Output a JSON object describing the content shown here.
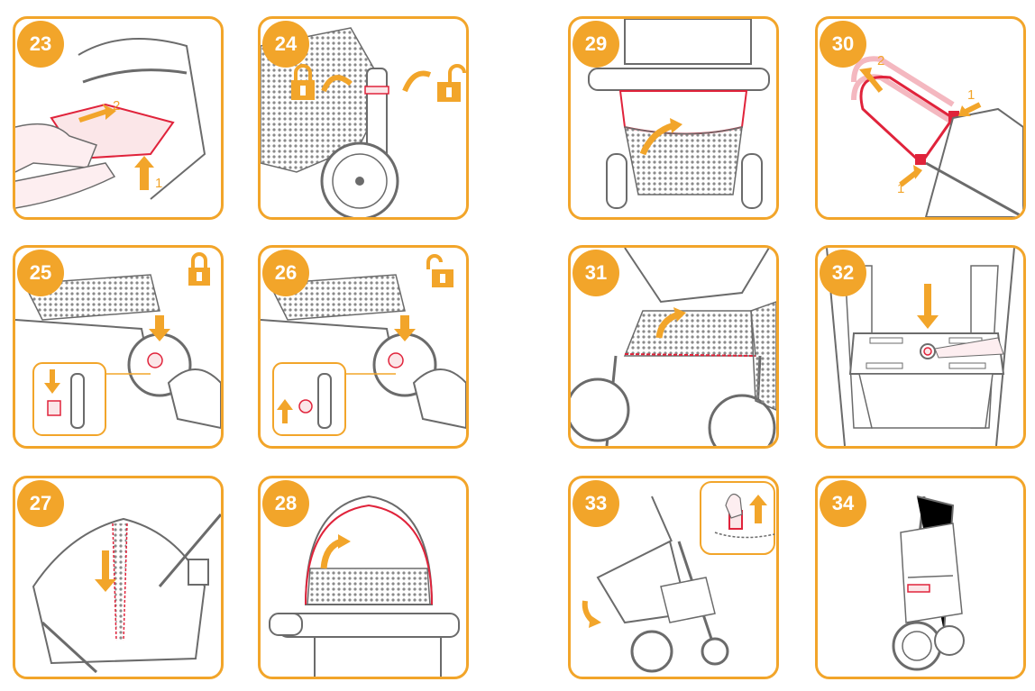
{
  "steps": [
    {
      "number": "23",
      "labels": [
        "2",
        "1"
      ]
    },
    {
      "number": "24",
      "labels": []
    },
    {
      "number": "25",
      "labels": []
    },
    {
      "number": "26",
      "labels": []
    },
    {
      "number": "27",
      "labels": []
    },
    {
      "number": "28",
      "labels": []
    },
    {
      "number": "29",
      "labels": []
    },
    {
      "number": "30",
      "labels": [
        "2",
        "1",
        "1"
      ]
    },
    {
      "number": "31",
      "labels": []
    },
    {
      "number": "32",
      "labels": []
    },
    {
      "number": "33",
      "labels": []
    },
    {
      "number": "34",
      "labels": []
    }
  ],
  "icons": {
    "lock": "padlock-closed-icon",
    "unlock": "padlock-open-icon",
    "arrow": "orange-arrow-icon"
  },
  "colors": {
    "accent": "#f2a52a",
    "highlight": "#e0233b",
    "line": "#6b6b6b",
    "mesh": "#8a8a8a"
  }
}
